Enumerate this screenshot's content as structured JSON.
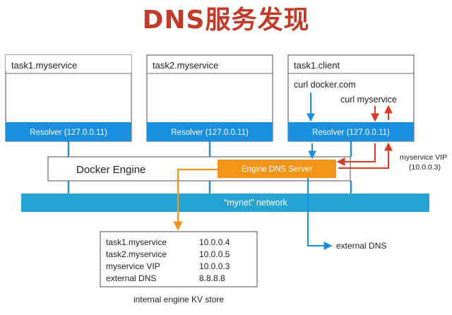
{
  "title": "DNS服务发现",
  "containers": [
    {
      "name": "task1.myservice",
      "resolver": "Resolver (127.0.0.11)"
    },
    {
      "name": "task2.myservice",
      "resolver": "Resolver (127.0.0.11)"
    },
    {
      "name": "task1.client",
      "resolver": "Resolver (127.0.0.11)"
    }
  ],
  "client_commands": {
    "curl_docker": "curl docker.com",
    "curl_myservice": "curl myservice"
  },
  "docker_engine": "Docker Engine",
  "engine_dns_server": "Engine DNS Server",
  "vip": {
    "label": "myservice VIP",
    "address": "(10.0.0.3)"
  },
  "network": "“mynet” network",
  "external_dns": "external DNS",
  "kv_store": {
    "caption": "internal engine KV store",
    "entries": [
      {
        "key": "task1.myservice",
        "value": "10.0.0.4"
      },
      {
        "key": "task2.myservice",
        "value": "10.0.0.5"
      },
      {
        "key": "myservice VIP",
        "value": "10.0.0.3"
      },
      {
        "key": "external DNS",
        "value": "8.8.8.8"
      }
    ]
  },
  "colors": {
    "title": "#c23b2a",
    "resolver_bar": "#1a8fe0",
    "network_bar": "#25a4d4",
    "dns_server": "#f29418",
    "red_arrow": "#d83a26",
    "blue_arrow": "#1a8fe0",
    "connector": "#2e8bb8",
    "box_border": "#6a6a6a"
  }
}
